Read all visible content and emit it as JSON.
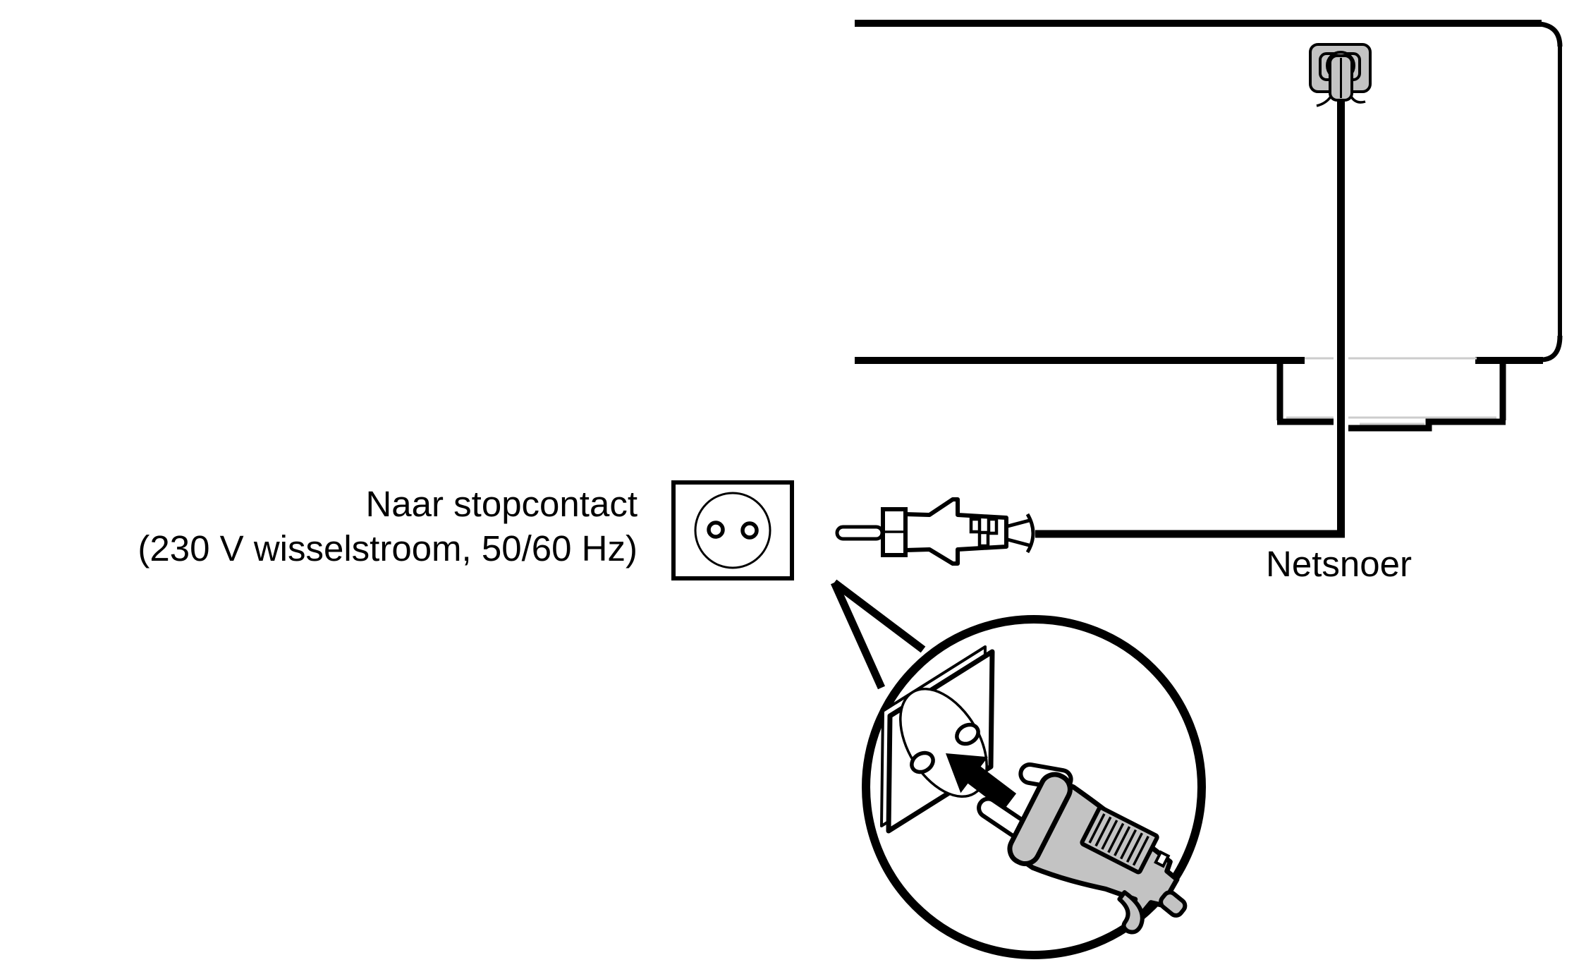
{
  "labels": {
    "outlet_caption_line1": "Naar stopcontact",
    "outlet_caption_line2": "(230 V wisselstroom, 50/60 Hz)",
    "cord_label": "Netsnoer"
  },
  "colors": {
    "line": "#000000",
    "device_gray": "#c3c3c3",
    "detail_gray": "#cccccc",
    "background": "#ffffff"
  },
  "parts": [
    {
      "name": "device-rear-panel"
    },
    {
      "name": "ac-inlet-icon"
    },
    {
      "name": "power-cord"
    },
    {
      "name": "power-plug-side-icon"
    },
    {
      "name": "wall-outlet-icon"
    },
    {
      "name": "magnifier-callout"
    },
    {
      "name": "outlet-detail-icon"
    },
    {
      "name": "plug-detail-icon"
    },
    {
      "name": "insert-arrow-icon"
    }
  ]
}
